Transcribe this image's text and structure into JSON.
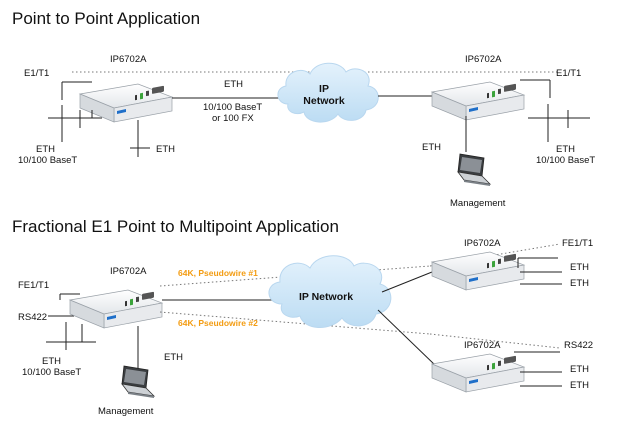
{
  "sections": [
    {
      "title": "Point to Point Application",
      "devices": [
        {
          "model": "IP6702A"
        },
        {
          "model": "IP6702A"
        }
      ],
      "cloud": {
        "line1": "IP",
        "line2": "Network"
      },
      "labels": {
        "e1_left": "E1/T1",
        "e1_right": "E1/T1",
        "eth_link": "ETH",
        "link_spec_1": "10/100 BaseT",
        "link_spec_2": "or 100 FX",
        "eth_left_a": "ETH",
        "eth_left_b": "10/100 BaseT",
        "eth_left_tap": "ETH",
        "eth_mgmt": "ETH",
        "eth_right_a": "ETH",
        "eth_right_b": "10/100 BaseT",
        "management": "Management"
      }
    },
    {
      "title": "Fractional E1 Point to Multipoint Application",
      "devices": [
        {
          "model": "IP6702A"
        },
        {
          "model": "IP6702A"
        },
        {
          "model": "IP6702A"
        }
      ],
      "cloud": {
        "label": "IP Network"
      },
      "labels": {
        "fe1_left": "FE1/T1",
        "rs422_left": "RS422",
        "pw1": "64K, Pseudowire #1",
        "pw2": "64K, Pseudowire #2",
        "eth_left_a": "ETH",
        "eth_left_b": "10/100 BaseT",
        "eth_mgmt": "ETH",
        "management": "Management",
        "fe1_right": "FE1/T1",
        "eth_r1_a": "ETH",
        "eth_r1_b": "ETH",
        "rs422_right": "RS422",
        "eth_r2_a": "ETH",
        "eth_r2_b": "ETH"
      }
    }
  ],
  "colors": {
    "line": "#222222",
    "dotted": "#777777",
    "cloud_fill": "#cfe6f7",
    "cloud_stroke": "#b9d7ef",
    "pseudowire_label": "#f39c12",
    "device_body": "#eef0f2",
    "device_accent": "#1f6fc9",
    "connector_green": "#3aa33a"
  },
  "icons": [
    "router-device-icon",
    "cloud-icon",
    "laptop-icon"
  ]
}
